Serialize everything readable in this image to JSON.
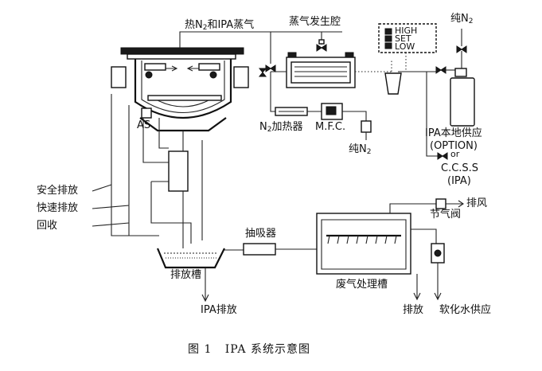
{
  "labels": {
    "hot_n2_ipa_prefix": "热N",
    "hot_n2_ipa_sub": "2",
    "hot_n2_ipa_suffix": "和IPA蒸气",
    "steam_chamber": "蒸气发生腔",
    "pure_n2_top_prefix": "纯N",
    "pure_n2_top_sub": "2",
    "level_high": "HIGH",
    "level_set": "SET",
    "level_low": "LOW",
    "as_sensor": "AS",
    "n2_heater_prefix": "N",
    "n2_heater_sub": "2",
    "n2_heater_suffix": "加热器",
    "mfc": "M.F.C.",
    "pure_n2_bottom_prefix": "纯N",
    "pure_n2_bottom_sub": "2",
    "ipa_local_supply": "IPA本地供应",
    "option": "(OPTION)",
    "or_text": "or",
    "ccss": "C.C.S.S",
    "ccss_ipa": "(IPA)",
    "safety_drain": "安全排放",
    "quick_drain": "快速排放",
    "recovery": "回收",
    "aspirator": "抽吸器",
    "drain_tank": "排放槽",
    "ipa_drain": "IPA排放",
    "waste_gas_tank": "废气处理槽",
    "damper": "节气阀",
    "exhaust": "排风",
    "drain": "排放",
    "soft_water_supply": "软化水供应"
  },
  "caption": {
    "figure_no": "图 1",
    "title": "IPA 系统示意图"
  }
}
